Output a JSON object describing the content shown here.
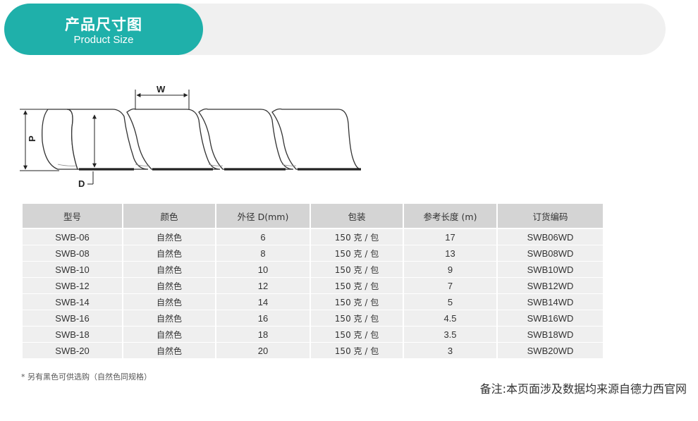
{
  "header": {
    "title_cn": "产品尺寸图",
    "title_en": "Product Size"
  },
  "diagram": {
    "label_w": "W",
    "label_p": "P",
    "label_d": "D"
  },
  "table": {
    "headers": [
      "型号",
      "颜色",
      "外径 D(mm)",
      "包装",
      "参考长度 (m)",
      "订货编码"
    ],
    "rows": [
      [
        "SWB-06",
        "自然色",
        "6",
        "150 克 / 包",
        "17",
        "SWB06WD"
      ],
      [
        "SWB-08",
        "自然色",
        "8",
        "150 克 / 包",
        "13",
        "SWB08WD"
      ],
      [
        "SWB-10",
        "自然色",
        "10",
        "150 克 / 包",
        "9",
        "SWB10WD"
      ],
      [
        "SWB-12",
        "自然色",
        "12",
        "150 克 / 包",
        "7",
        "SWB12WD"
      ],
      [
        "SWB-14",
        "自然色",
        "14",
        "150 克 / 包",
        "5",
        "SWB14WD"
      ],
      [
        "SWB-16",
        "自然色",
        "16",
        "150 克 / 包",
        "4.5",
        "SWB16WD"
      ],
      [
        "SWB-18",
        "自然色",
        "18",
        "150 克 / 包",
        "3.5",
        "SWB18WD"
      ],
      [
        "SWB-20",
        "自然色",
        "20",
        "150 克 / 包",
        "3",
        "SWB20WD"
      ]
    ]
  },
  "footnote": "* 另有黑色可供选购（自然色同规格）",
  "remark": "备注:本页面涉及数据均来源自德力西官网",
  "colors": {
    "accent": "#1fb0aa",
    "header_bar": "#f0f0f0",
    "table_header": "#d4d4d4",
    "table_row": "#efefef"
  }
}
